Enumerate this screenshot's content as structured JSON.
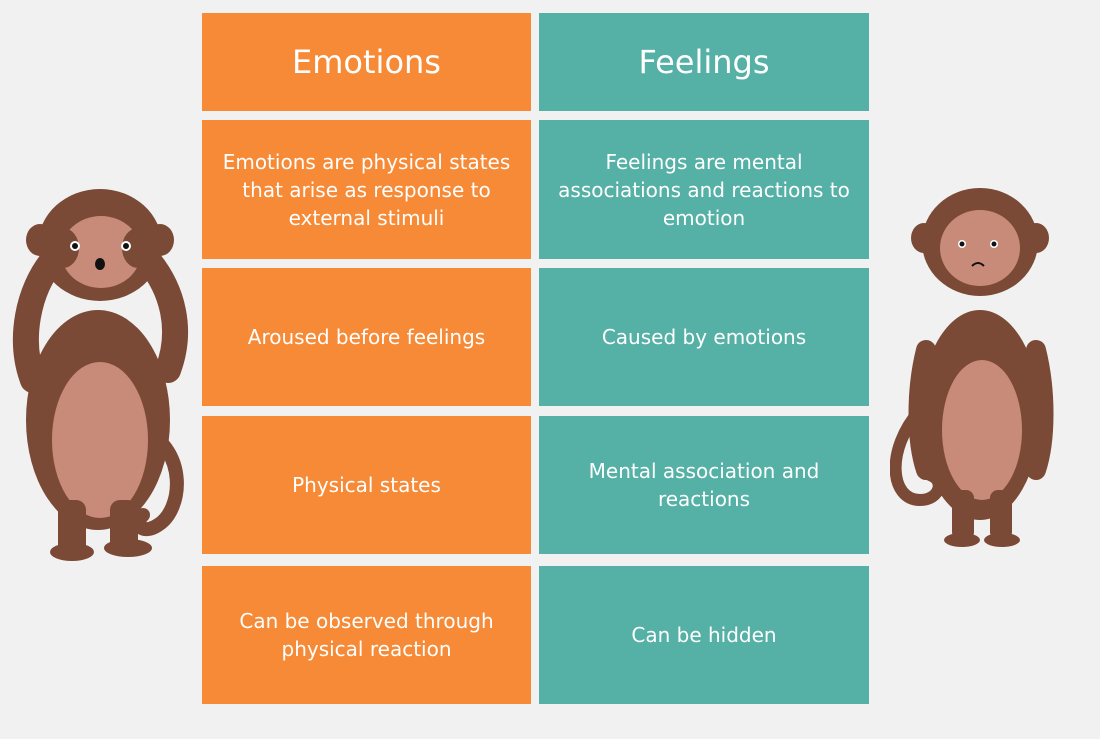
{
  "table": {
    "headers": {
      "left": "Emotions",
      "right": "Feelings"
    },
    "rows": [
      {
        "left": "Emotions are physical states that arise as response to external stimuli",
        "right": "Feelings are mental associations and reactions to emotion"
      },
      {
        "left": "Aroused before feelings",
        "right": "Caused by emotions"
      },
      {
        "left": "Physical states",
        "right": "Mental association and reactions"
      },
      {
        "left": "Can be observed through physical reaction",
        "right": "Can be hidden"
      }
    ]
  },
  "colors": {
    "background": "#f1f1f1",
    "emotions": "#f68a36",
    "feelings": "#55b0a6",
    "monkey_fur": "#7a4a36",
    "monkey_skin": "#c98b79"
  },
  "illustrations": {
    "left": "monkey-covering-eyes-icon",
    "right": "monkey-standing-sad-icon"
  }
}
